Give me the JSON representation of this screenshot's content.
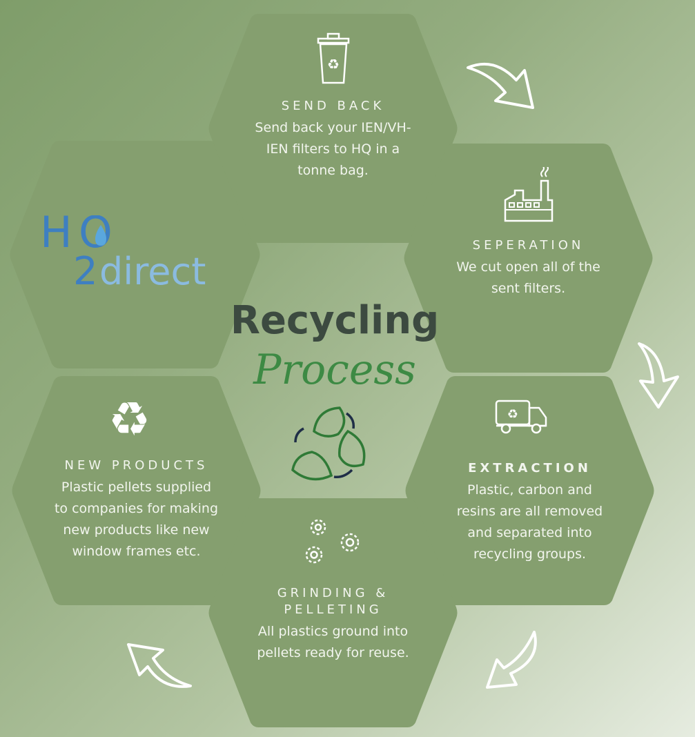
{
  "title": "Recycling",
  "subtitle": "Process",
  "logo": {
    "text_top": "H",
    "text_sub": "2",
    "text_main": "direct",
    "text_o": "O"
  },
  "colors": {
    "hex_fill": "#859f6f",
    "logo_dark": "#3e7fc1",
    "logo_light": "#8bbbe0",
    "title": "#3c4a40",
    "accent": "#3d8a44"
  },
  "steps": [
    {
      "id": "send-back",
      "icon": "trash-bin-icon",
      "title": "SEND BACK",
      "desc": "Send back your IEN/VH-IEN filters to HQ in a tonne bag."
    },
    {
      "id": "seperation",
      "icon": "factory-icon",
      "title": "SEPERATION",
      "desc": "We cut open all of the sent filters."
    },
    {
      "id": "extraction",
      "icon": "recycling-truck-icon",
      "title": "EXTRACTION",
      "desc": "Plastic, carbon and resins are all removed and separated into recycling groups."
    },
    {
      "id": "grinding",
      "icon": "gears-icon",
      "title": "GRINDING & PELLETING",
      "desc": "All plastics ground into pellets ready for reuse."
    },
    {
      "id": "new-products",
      "icon": "recycle-icon",
      "title": "NEW PRODUCTS",
      "desc": "Plastic pellets supplied to companies for making new products like new window frames etc."
    }
  ]
}
